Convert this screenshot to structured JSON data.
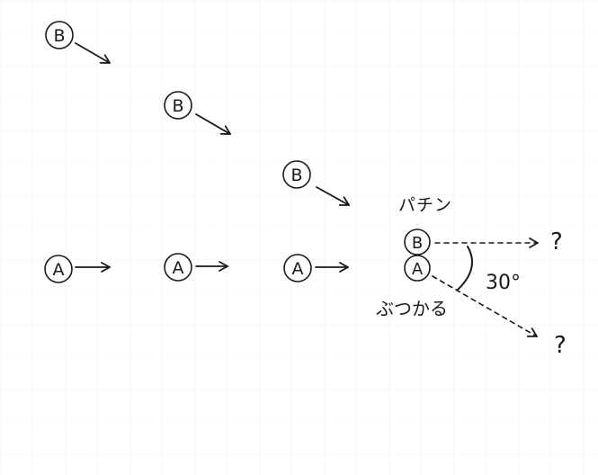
{
  "ball_a_label": "A",
  "ball_b_label": "B",
  "collision_sound": "パチン",
  "collision_verb": "ぶつかる",
  "angle_label": "30°",
  "unknown_mark": "?",
  "colors": {
    "ink": "#1a1a1a",
    "paper": "#ffffff",
    "grid": "#f3f3f3"
  }
}
